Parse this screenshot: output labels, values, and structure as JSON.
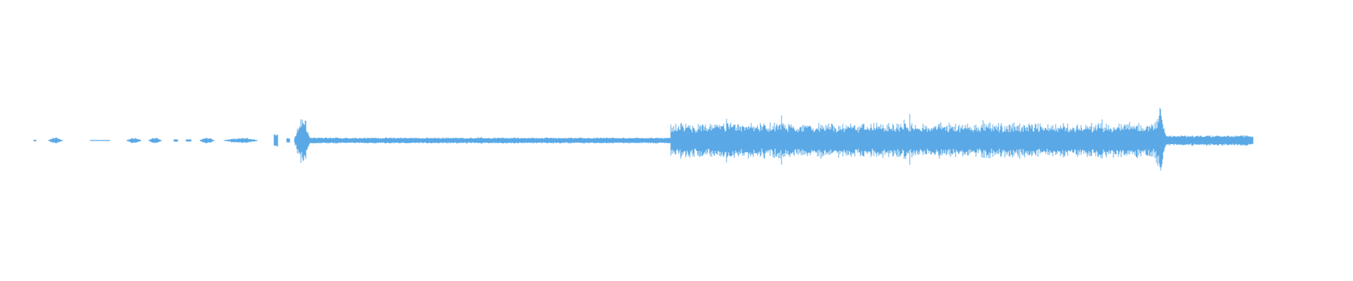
{
  "waveform": {
    "color": "#5aa9e6",
    "background": "#ffffff",
    "segments": [
      {
        "start": 0.0255,
        "end": 0.0265,
        "amp": 0.01,
        "type": "tick"
      },
      {
        "start": 0.036,
        "end": 0.046,
        "amp": 0.045,
        "type": "blip"
      },
      {
        "start": 0.067,
        "end": 0.081,
        "amp": 0.012,
        "type": "flat"
      },
      {
        "start": 0.094,
        "end": 0.104,
        "amp": 0.045,
        "type": "blip"
      },
      {
        "start": 0.11,
        "end": 0.119,
        "amp": 0.04,
        "type": "blip"
      },
      {
        "start": 0.129,
        "end": 0.131,
        "amp": 0.015,
        "type": "tick"
      },
      {
        "start": 0.138,
        "end": 0.141,
        "amp": 0.015,
        "type": "tick"
      },
      {
        "start": 0.148,
        "end": 0.158,
        "amp": 0.045,
        "type": "blip"
      },
      {
        "start": 0.166,
        "end": 0.19,
        "amp": 0.04,
        "type": "blip"
      },
      {
        "start": 0.203,
        "end": 0.205,
        "amp": 0.08,
        "type": "tick"
      },
      {
        "start": 0.212,
        "end": 0.214,
        "amp": 0.03,
        "type": "tick"
      },
      {
        "start": 0.218,
        "end": 0.229,
        "amp": 0.33,
        "type": "burst"
      },
      {
        "start": 0.229,
        "end": 0.496,
        "amp": 0.04,
        "type": "steady"
      },
      {
        "start": 0.496,
        "end": 0.852,
        "amp": 0.23,
        "type": "noise"
      },
      {
        "start": 0.852,
        "end": 0.862,
        "amp": 0.45,
        "type": "burst"
      },
      {
        "start": 0.862,
        "end": 0.926,
        "amp": 0.07,
        "type": "steady"
      }
    ]
  }
}
